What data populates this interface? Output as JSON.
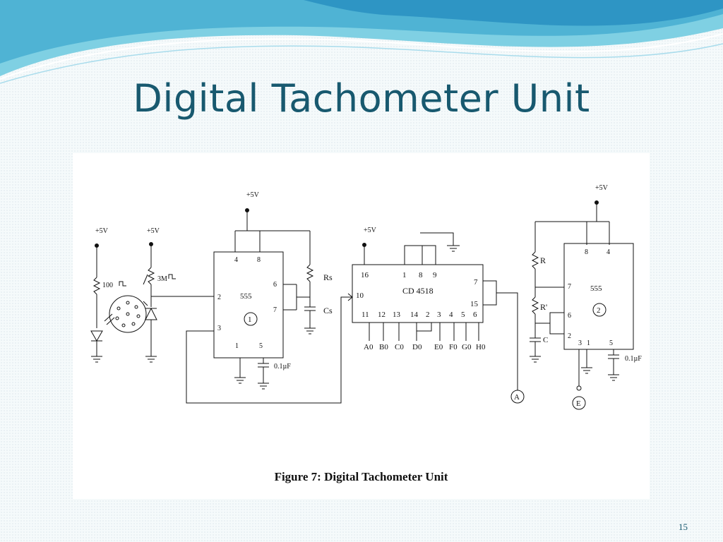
{
  "slide": {
    "title": "Digital Tachometer Unit",
    "page_number": "15"
  },
  "figure": {
    "caption": "Figure 7: Digital Tachometer Unit",
    "supply_labels": [
      "+5V",
      "+5V",
      "+5V",
      "+5V",
      "+5V"
    ],
    "sensor": {
      "led_resistor": "100",
      "photo_resistor": "3M"
    },
    "timer1": {
      "name": "555",
      "number": "1",
      "pins": [
        "4",
        "8",
        "2",
        "3",
        "6",
        "7",
        "1",
        "5"
      ],
      "rs_label": "Rs",
      "cs_label": "Cs",
      "cap_label": "0.1µF"
    },
    "counter": {
      "name": "CD 4518",
      "pins_top": [
        "16",
        "1",
        "8",
        "9",
        "7",
        "10",
        "15"
      ],
      "pins_bottom": [
        "11",
        "12",
        "13",
        "14",
        "2",
        "3",
        "4",
        "5",
        "6"
      ],
      "outputs": [
        "A0",
        "B0",
        "C0",
        "D0",
        "E0",
        "F0",
        "G0",
        "H0"
      ]
    },
    "timer2": {
      "name": "555",
      "number": "2",
      "pins": [
        "8",
        "4",
        "7",
        "6",
        "2",
        "3",
        "1",
        "5"
      ],
      "r_label": "R",
      "r2_label": "R'",
      "c_label": "C",
      "cap_label": "0.1µF"
    },
    "connectors": [
      "A",
      "E"
    ]
  }
}
